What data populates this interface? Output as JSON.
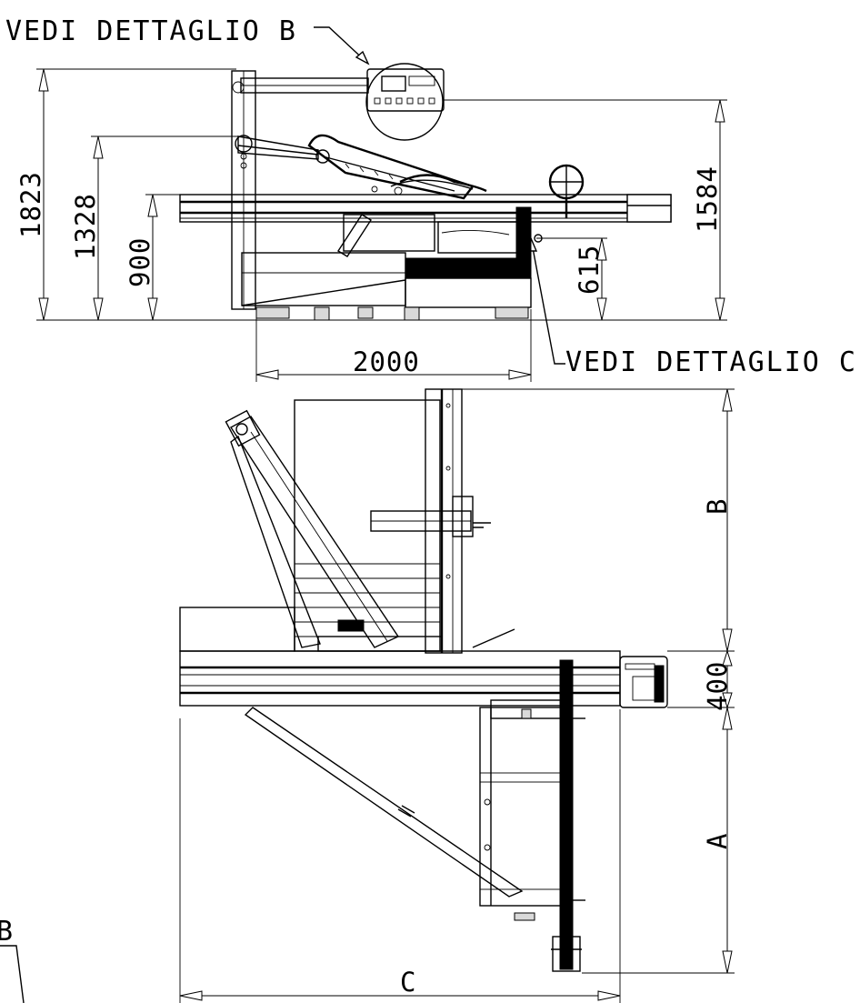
{
  "callouts": {
    "detail_b": "VEDI DETTAGLIO B",
    "detail_c": "VEDI DETTAGLIO C",
    "detail_b_fragment": "B"
  },
  "dimensions": {
    "height_total": "1823",
    "height_1328": "1328",
    "height_900": "900",
    "height_615": "615",
    "height_1584": "1584",
    "width_2000": "2000",
    "dim_b": "B",
    "dim_400": "400",
    "dim_a": "A",
    "dim_c": "C"
  }
}
